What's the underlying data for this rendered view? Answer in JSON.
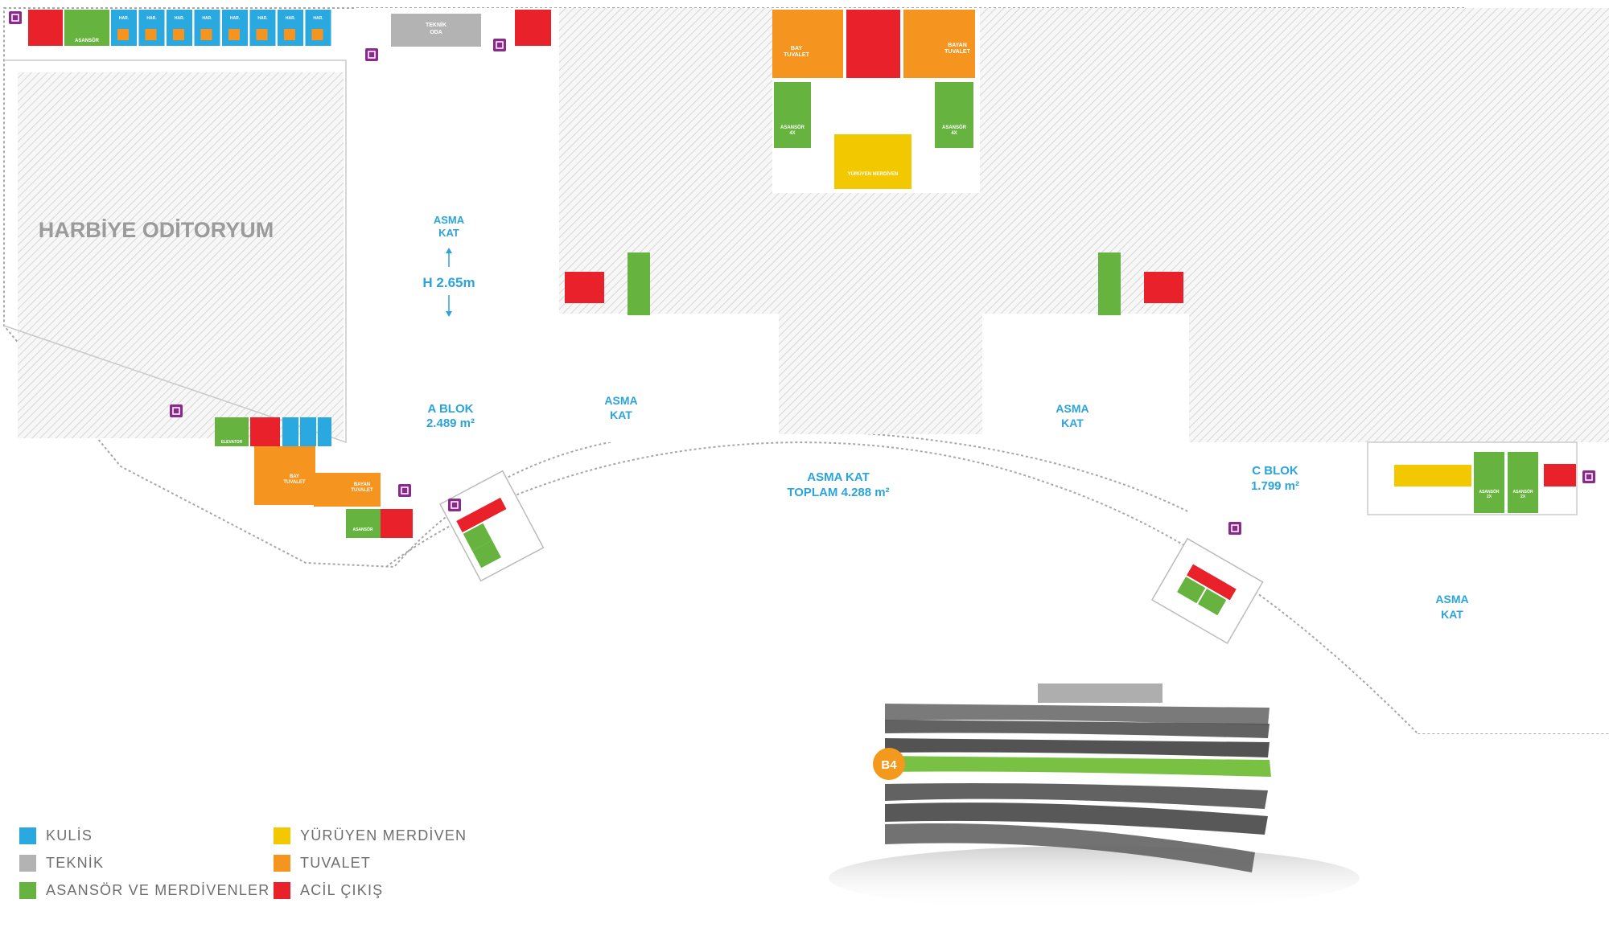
{
  "colors": {
    "kulis": "#29a9e0",
    "teknik": "#b3b3b3",
    "asansor": "#67b33f",
    "yuruyen": "#f2c800",
    "tuvalet": "#f5951f",
    "acil": "#e8212b",
    "exit_purple": "#8a2b8c",
    "label_blue": "#2ba4dc",
    "title_gray": "#9b9b9b",
    "b4_orange": "#f39a1e",
    "level_green": "#79c143"
  },
  "labels": {
    "auditorium": "HARBİYE ODİTORYUM",
    "teknik_oda": "TEKNİK\nODA",
    "asma_kat_top": "ASMA\nKAT",
    "height": "H 2.65m",
    "a_blok": "A BLOK\n2.489 m²",
    "asma_kat_mid_left": "ASMA\nKAT",
    "asma_kat_mid_right": "ASMA\nKAT",
    "asma_kat_total": "ASMA KAT\nTOPLAM 4.288 m²",
    "c_blok": "C BLOK\n1.799 m²",
    "asma_kat_right": "ASMA\nKAT",
    "level_badge": "B4"
  },
  "tiles": {
    "asansor": "ASANSÖR",
    "asansor_4x": "ASANSÖR\n4X",
    "asansor_2x": "ASANSÖR\n2X",
    "elevator": "ELEVATOR",
    "bay_tuvalet": "BAY\nTUVALET",
    "bayan_tuvalet": "BAYAN\nTUVALET",
    "yuruyen_merdiven": "YÜRÜYEN MERDİVEN",
    "kulis_short": "HAR."
  },
  "legend": [
    {
      "label": "KULİS",
      "color": "#29a9e0"
    },
    {
      "label": "TEKNİK",
      "color": "#b3b3b3"
    },
    {
      "label": "ASANSÖR VE MERDİVENLER",
      "color": "#67b33f"
    },
    {
      "label": "YÜRÜYEN MERDİVEN",
      "color": "#f2c800"
    },
    {
      "label": "TUVALET",
      "color": "#f5951f"
    },
    {
      "label": "ACİL ÇIKIŞ",
      "color": "#e8212b"
    }
  ]
}
